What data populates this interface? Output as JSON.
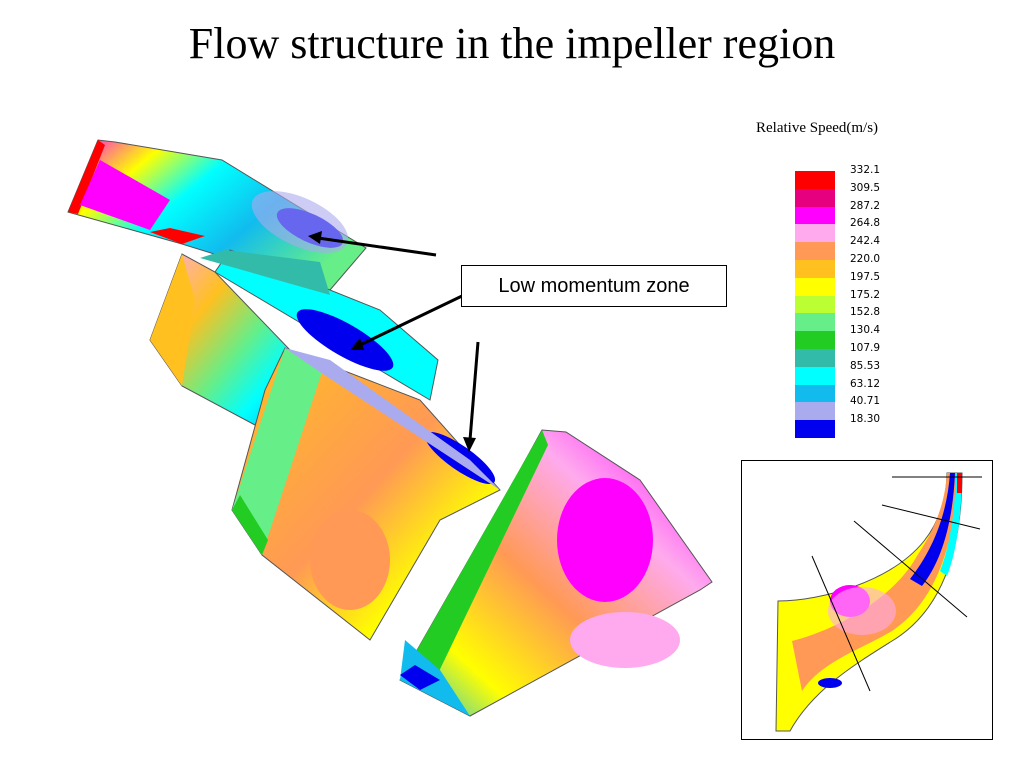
{
  "title": "Flow structure in the impeller region",
  "legend": {
    "title": "Relative Speed(m/s)",
    "entries": [
      {
        "label": "332.1",
        "color": "#ff0000"
      },
      {
        "label": "309.5",
        "color": "#e6007f"
      },
      {
        "label": "287.2",
        "color": "#ff00ff"
      },
      {
        "label": "264.8",
        "color": "#ffaaee"
      },
      {
        "label": "242.4",
        "color": "#ff9955"
      },
      {
        "label": "220.0",
        "color": "#ffc020"
      },
      {
        "label": "197.5",
        "color": "#ffff00"
      },
      {
        "label": "175.2",
        "color": "#bbff33"
      },
      {
        "label": "152.8",
        "color": "#66ee88"
      },
      {
        "label": "130.4",
        "color": "#22cc22"
      },
      {
        "label": "107.9",
        "color": "#33bbaa"
      },
      {
        "label": "85.53",
        "color": "#00ffff"
      },
      {
        "label": "63.12",
        "color": "#11bbee"
      },
      {
        "label": "40.71",
        "color": "#aaaaee"
      },
      {
        "label": "18.30",
        "color": "#0000ee"
      }
    ]
  },
  "callout": {
    "label": "Low momentum zone"
  }
}
